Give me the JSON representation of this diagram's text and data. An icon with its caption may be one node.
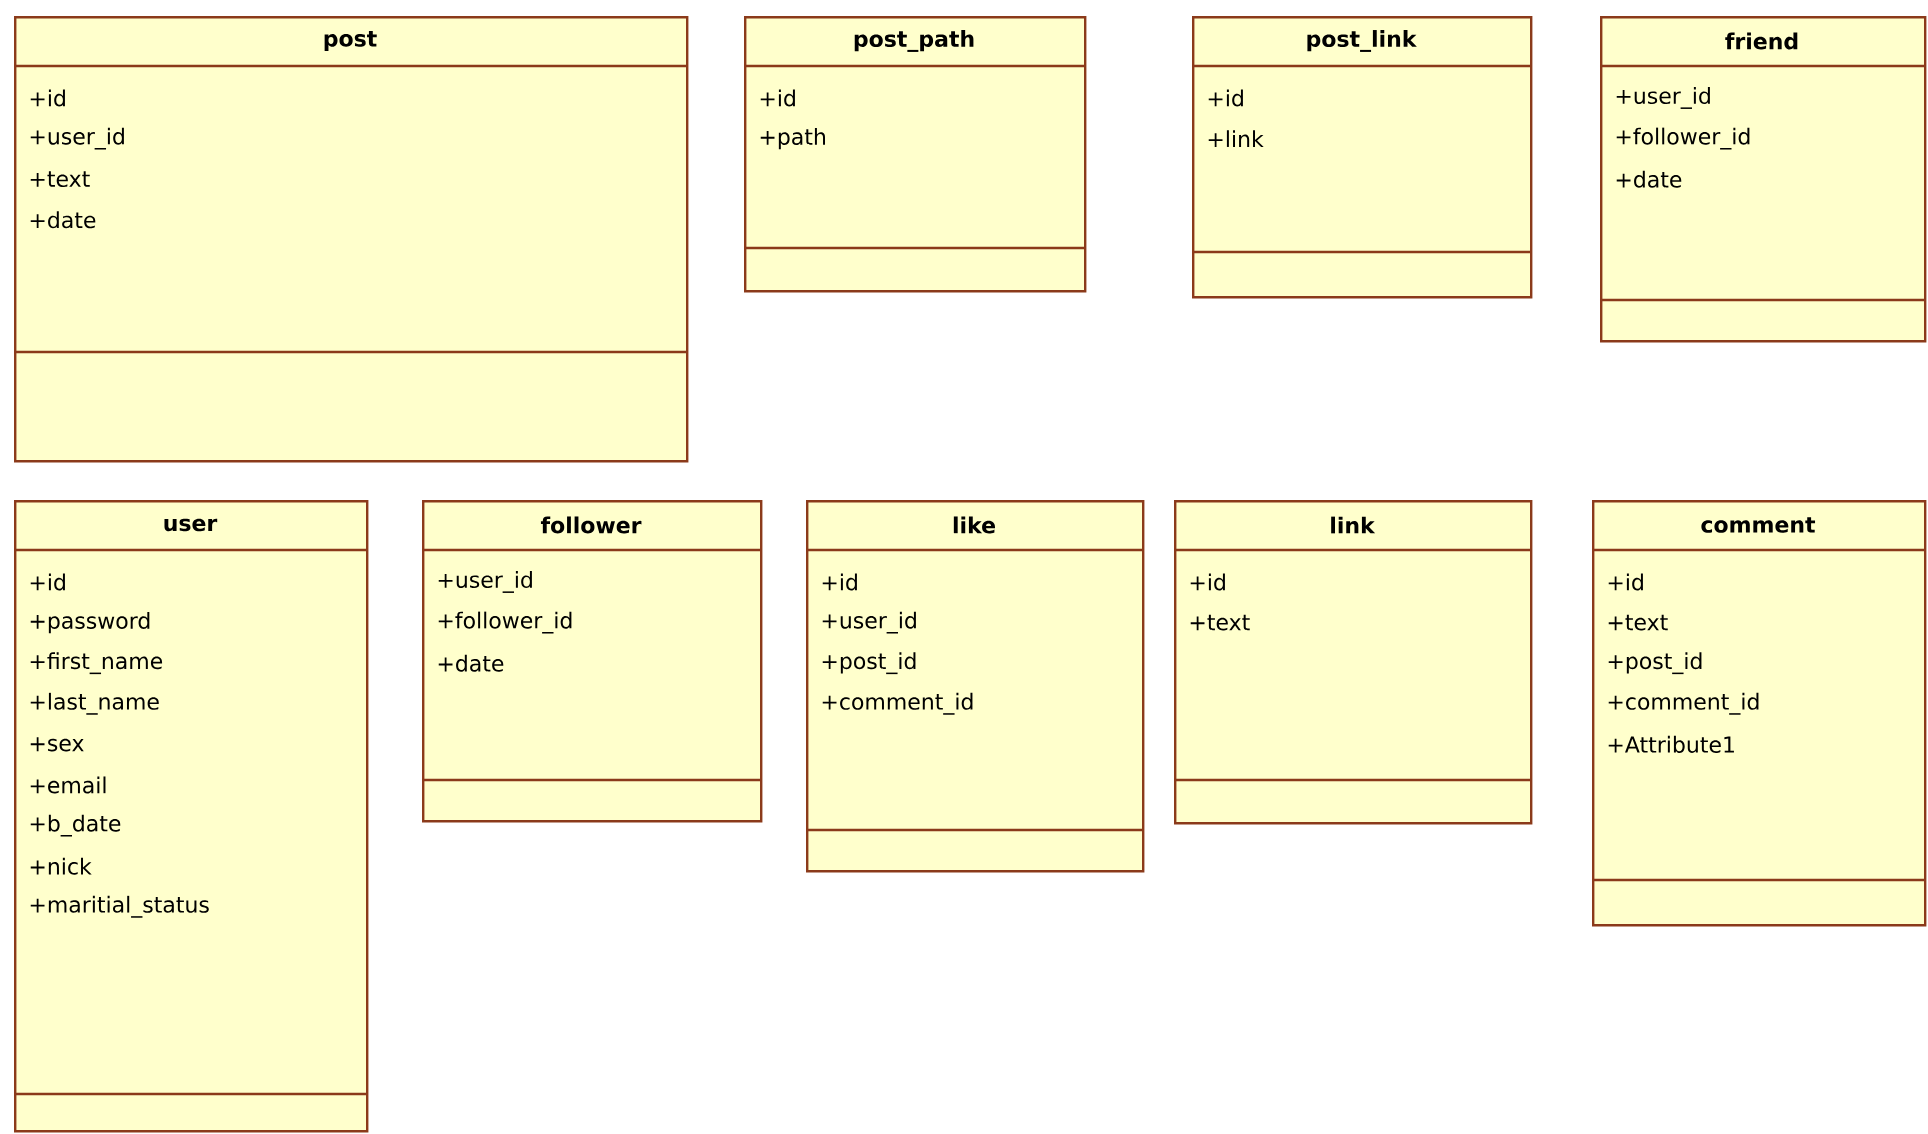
{
  "diagram": {
    "nodes": [
      {
        "text": [
          "post",
          "+id",
          "+user_id",
          "+text",
          "+date"
        ]
      },
      {
        "text": [
          "post_path",
          "+id",
          "+path"
        ]
      },
      {
        "text": [
          "post_link",
          "+id",
          "+link"
        ]
      },
      {
        "text": [
          "friend",
          "+user_id",
          "+follower_id",
          "+date"
        ]
      },
      {
        "text": [
          "user",
          "+id",
          "+password",
          "+first_name",
          "+last_name",
          "+sex",
          "+email",
          "+b_date",
          "+nick",
          "+maritial_status"
        ]
      },
      {
        "text": [
          "follower",
          "+user_id",
          "+follower_id",
          "+date"
        ]
      },
      {
        "text": [
          "like",
          "+id",
          "+user_id",
          "+post_id",
          "+comment_id"
        ]
      },
      {
        "text": [
          "link",
          "+id",
          "+text"
        ]
      },
      {
        "text": [
          "comment",
          "+id",
          "+text",
          "+post_id",
          "+comment_id",
          "+Attribute1"
        ]
      }
    ]
  }
}
